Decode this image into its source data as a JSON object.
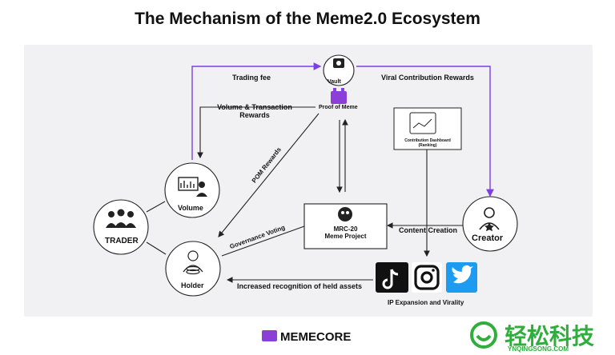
{
  "title": "The Mechanism of the Meme2.0 Ecosystem",
  "nodes": {
    "vault": "Vault",
    "proof_of_meme": "Proof of Meme",
    "contribution_dashboard": [
      "Contribution Dashboard",
      "(Ranking)"
    ],
    "volume": "Volume",
    "trader": "TRADER",
    "holder": "Holder",
    "creator": "Creator",
    "mrc20": [
      "MRC-20",
      "Meme Project"
    ]
  },
  "edges": {
    "trading_fee": "Trading fee",
    "viral_rewards": "Viral Contribution Rewards",
    "volume_rewards": [
      "Volume & Transaction",
      "Rewards"
    ],
    "pom_rewards": "POM Rewards",
    "governance_voting": "Governance Voting",
    "content_creation": "Content Creation",
    "increased_recognition": "Increased recognition of held assets",
    "ip_expansion": "IP Expansion and Virality"
  },
  "brand": "MEMECORE",
  "watermark": {
    "cn": "轻松科技",
    "url": "YNQINGSONG.COM"
  },
  "colors": {
    "accent": "#7b3fe4",
    "panel": "#f1f1f3",
    "line": "#222222"
  }
}
